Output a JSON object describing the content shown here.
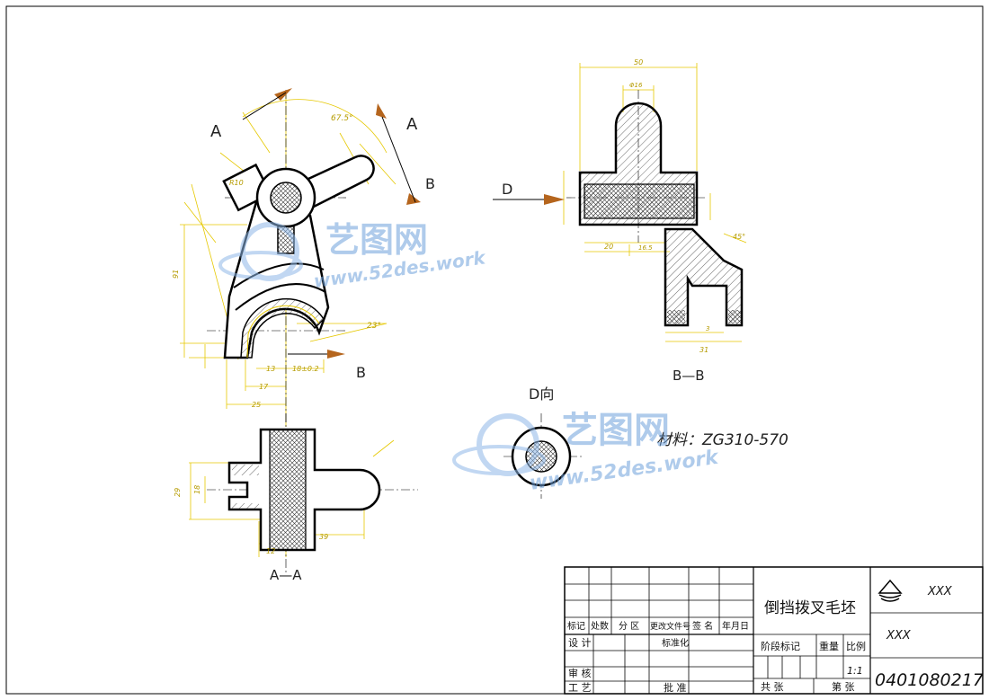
{
  "views": {
    "label_a_left": "A",
    "label_a_right": "A",
    "label_b_top": "B",
    "label_b_bottom": "B",
    "label_d": "D",
    "section_aa": "A—A",
    "section_bb": "B—B",
    "view_d": "D向"
  },
  "material": "材料：ZG310-570",
  "dimensions": {
    "angle_main": "67.5°",
    "angle_45": "45°",
    "angle_23": "23°",
    "width_50": "50",
    "dia_16": "Φ16",
    "len_20": "20",
    "len_16_5": "16.5",
    "len_31": "31",
    "len_25": "25",
    "len_17": "17",
    "len_13": "13",
    "len_18": "18±0.2",
    "len_91": "91",
    "len_18b": "18",
    "len_12": "12",
    "len_39": "39",
    "len_3": "3",
    "r10": "R10"
  },
  "title_block": {
    "part_name": "倒挡拨叉毛坯",
    "company": "XXX",
    "org": "XXX",
    "drawing_number": "0401080217",
    "scale": "1:1",
    "headers": {
      "mark": "标记",
      "count": "处数",
      "zone": "分 区",
      "change_doc": "更改文件号",
      "signature": "签 名",
      "date": "年月日"
    },
    "design": "设 计",
    "standardize": "标准化",
    "stage_mark": "阶段标记",
    "weight": "重量",
    "scale_label": "比例",
    "review": "审 核",
    "process": "工 艺",
    "approve": "批 准",
    "total_sheets": "共 张",
    "sheet_no": "第 张"
  },
  "watermark": {
    "brand": "艺图网",
    "url": "www.52des.work"
  },
  "colors": {
    "line": "#000000",
    "dim": "#e6c800",
    "arrow": "#b5651d",
    "hatch": "#444444",
    "watermark": "#8fb8e8"
  }
}
